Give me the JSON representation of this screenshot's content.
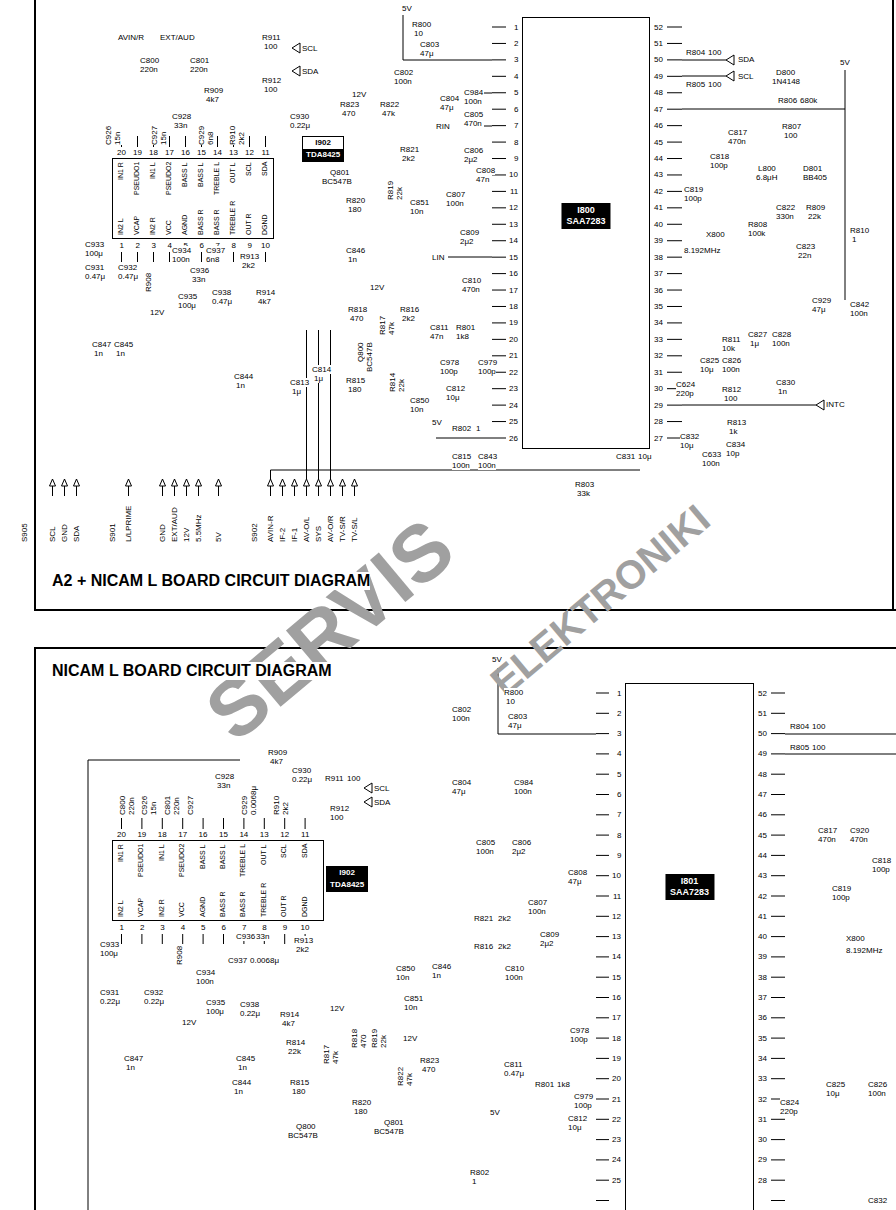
{
  "diagram": {
    "title": "A2 + NICAM L BOARD CIRCUIT DIAGRAM",
    "nodes": [
      {
        "text": [
          "IN2 L",
          "VCAP",
          "IN2 R",
          "VCC",
          "AGND",
          "BASS R",
          "BASS R",
          "TREBLE R",
          "OUT R",
          "DGND",
          "SDA",
          "SCL",
          "OUT L",
          "TREBLE L",
          "BASS L",
          "BASS L",
          "PSEUDO2",
          "IN1 L",
          "PSEUDO1",
          "IN1 R"
        ]
      },
      {
        "text": [
          "I902",
          "TDA8425"
        ]
      },
      {
        "text": [
          "I800",
          "SAA7283"
        ]
      },
      {
        "text": [
          "IN2 L",
          "VCAP",
          "IN2 R",
          "VCC",
          "AGND",
          "BASS R",
          "BASS R",
          "TREBLE R",
          "OUT R",
          "DGND",
          "SDA",
          "SCL",
          "OUT L",
          "TREBLE L",
          "BASS L",
          "BASS L",
          "PSEUDO2",
          "IN1 L",
          "PSEUDO1",
          "IN1 R"
        ]
      },
      {
        "text": [
          "I902",
          "TDA8425"
        ]
      },
      {
        "text": [
          "I801",
          "SAA7283"
        ]
      }
    ],
    "labels": [
      "1",
      "2",
      "3",
      "4",
      "5",
      "6",
      "7",
      "8",
      "9",
      "10",
      "11",
      "12",
      "13",
      "14",
      "15",
      "16",
      "17",
      "18",
      "19",
      "20",
      "21",
      "22",
      "23",
      "24",
      "25",
      "26",
      "27",
      "28",
      "29",
      "30",
      "31",
      "32",
      "33",
      "34",
      "35",
      "36",
      "37",
      "38",
      "39",
      "40",
      "41",
      "42",
      "43",
      "44",
      "45",
      "46",
      "47",
      "48",
      "49",
      "50",
      "51",
      "52",
      "1",
      "2",
      "3",
      "4",
      "5",
      "6",
      "7",
      "8",
      "9",
      "10",
      "11",
      "12",
      "13",
      "14",
      "15",
      "16",
      "17",
      "18",
      "19",
      "20",
      "21",
      "22",
      "23",
      "24",
      "25",
      "28",
      "29",
      "30",
      "31",
      "32",
      "33",
      "34",
      "35",
      "36",
      "37",
      "38",
      "39",
      "40",
      "41",
      "42",
      "43",
      "44",
      "45",
      "46",
      "47",
      "48",
      "49",
      "50",
      "51",
      "52",
      "1",
      "2",
      "3",
      "4",
      "5",
      "6",
      "7",
      "8",
      "9",
      "10",
      "11",
      "12",
      "13",
      "14",
      "15",
      "16",
      "17",
      "18",
      "19",
      "20",
      "1",
      "2",
      "3",
      "4",
      "5",
      "6",
      "7",
      "8",
      "9",
      "10",
      "11",
      "12",
      "13",
      "14",
      "15",
      "16",
      "17",
      "18",
      "19",
      "20",
      "NICAM L BOARD CIRCUIT DIAGRAM",
      "AVIN/R",
      "EXT/AUD",
      "C800",
      "220n",
      "C801",
      "220n",
      "R911",
      "100",
      "SCL",
      "R912",
      "100",
      "SDA",
      "R909",
      "4k7",
      "C926",
      "15n",
      "C927",
      "15n",
      "C928",
      "33n",
      "C929",
      "6n8",
      "R910",
      "2k2",
      "C930",
      "0.22μ",
      "12V",
      "R823",
      "470",
      "R822",
      "47k",
      "R821",
      "2k2",
      "Q801",
      "BC547B",
      "R820",
      "180",
      "R819",
      "22k",
      "C851",
      "10n",
      "5V",
      "R800",
      "10",
      "C802",
      "100n",
      "C803",
      "47μ",
      "C804",
      "47μ",
      "C984",
      "100n",
      "C805",
      "470n",
      "RIN",
      "C806",
      "2μ2",
      "C808",
      "47n",
      "C807",
      "100n",
      "C809",
      "2μ2",
      "LIN",
      "C810",
      "470n",
      "12V",
      "R818",
      "470",
      "R817",
      "47k",
      "R816",
      "2k2",
      "Q800",
      "BC547B",
      "R815",
      "180",
      "R814",
      "22k",
      "C850",
      "10n",
      "C811",
      "47n",
      "R801",
      "1k8",
      "C978",
      "100p",
      "C979",
      "100p",
      "C812",
      "10μ",
      "5V",
      "R802",
      "1",
      "C815",
      "100n",
      "C843",
      "100n",
      "R803",
      "33k",
      "R804",
      "100",
      "SDA",
      "R805",
      "100",
      "SCL",
      "5V",
      "D800",
      "1N4148",
      "R806",
      "680k",
      "R807",
      "100",
      "C817",
      "470n",
      "C818",
      "100p",
      "L800",
      "6.8μH",
      "D801",
      "BB405",
      "C819",
      "100p",
      "C822",
      "330n",
      "R809",
      "22k",
      "R808",
      "100k",
      "X800",
      "8.192MHz",
      "C823",
      "22n",
      "R810",
      "1",
      "C929",
      "47μ",
      "C842",
      "100n",
      "R811",
      "10k",
      "C827",
      "1μ",
      "C828",
      "100n",
      "C825",
      "10μ",
      "C826",
      "100n",
      "C624",
      "220p",
      "C831",
      "10μ",
      "R812",
      "100",
      "C830",
      "1n",
      "INTC",
      "R813",
      "1k",
      "C832",
      "10μ",
      "C633",
      "100n",
      "C834",
      "10p",
      "C933",
      "100μ",
      "C931",
      "0.47μ",
      "C932",
      "0.47μ",
      "R908",
      "C934",
      "100n",
      "C936",
      "33n",
      "C937",
      "6n8",
      "R913",
      "2k2",
      "C938",
      "0.47μ",
      "C935",
      "100μ",
      "R914",
      "4k7",
      "12V",
      "C846",
      "1n",
      "C847",
      "1n",
      "C845",
      "1n",
      "C844",
      "1n",
      "C814",
      "1μ",
      "C813",
      "1μ",
      "S905",
      "SCL",
      "GND",
      "SDA",
      "S901",
      "L/LPRIME",
      "GND",
      "EXT/AUD",
      "12V",
      "5.5MHz",
      "5V",
      "S902",
      "AVIN-R",
      "IF-2",
      "IF-1",
      "AV-O/L",
      "SYS",
      "AV-O/R",
      "TV-S/R",
      "TV-S/L",
      "SERVIS",
      "ELEKTRONIKI",
      "5V",
      "R800",
      "10",
      "C802",
      "100n",
      "C803",
      "47μ",
      "C804",
      "47μ",
      "C984",
      "100n",
      "C805",
      "100n",
      "C806",
      "2μ2",
      "C808",
      "47μ",
      "C807",
      "100n",
      "R821",
      "2k2",
      "C809",
      "2μ2",
      "R816",
      "2k2",
      "C850",
      "10n",
      "C846",
      "1n",
      "C851",
      "10n",
      "C810",
      "100n",
      "C978",
      "100p",
      "C811",
      "0.47μ",
      "R801",
      "1k8",
      "C979",
      "100p",
      "C812",
      "10μ",
      "5V",
      "R802",
      "1",
      "12V",
      "R814",
      "22k",
      "R817",
      "47k",
      "R818",
      "470",
      "R819",
      "22k",
      "12V",
      "R822",
      "47k",
      "R823",
      "470",
      "R815",
      "180",
      "R820",
      "180",
      "Q800",
      "BC547B",
      "Q801",
      "BC547B",
      "C844",
      "1n",
      "C847",
      "1n",
      "C845",
      "1n",
      "C800",
      "220n",
      "C926",
      "15n",
      "C801",
      "220n",
      "C927",
      "C928",
      "33n",
      "C929",
      "0.0068μ",
      "R910",
      "2k2",
      "R909",
      "4k7",
      "C930",
      "0.22μ",
      "R911",
      "100",
      "SCL",
      "R912",
      "100",
      "SDA",
      "C933",
      "100μ",
      "C931",
      "0.22μ",
      "C932",
      "0.22μ",
      "R908",
      "C934",
      "100n",
      "C936",
      "33n",
      "C937",
      "0.0068μ",
      "C935",
      "100μ",
      "12V",
      "R913",
      "2k2",
      "C938",
      "0.22μ",
      "R914",
      "4k7",
      "R804",
      "100",
      "R805",
      "100",
      "C817",
      "470n",
      "C920",
      "470n",
      "C818",
      "100p",
      "C819",
      "100p",
      "X800",
      "8.192MHz",
      "C825",
      "10μ",
      "C826",
      "100n",
      "C824",
      "220p",
      "C832"
    ]
  }
}
